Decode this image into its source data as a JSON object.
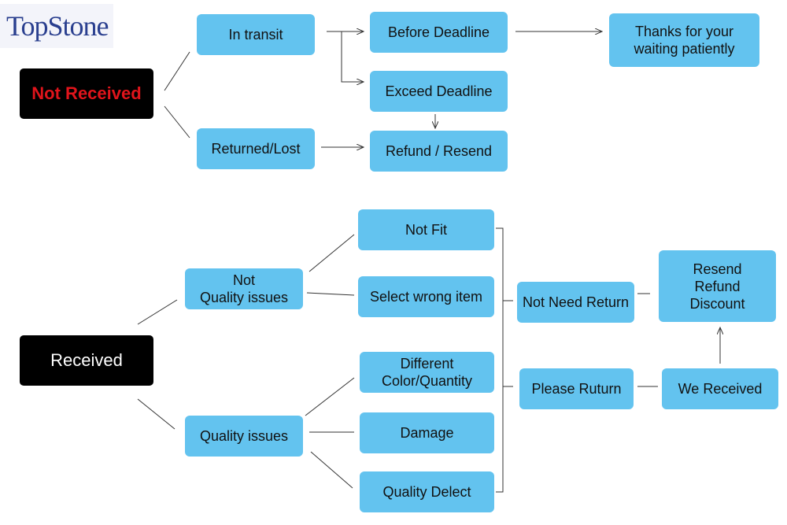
{
  "logo": {
    "text": "TopStone"
  },
  "not_received": {
    "title": "Not Received",
    "in_transit": "In transit",
    "returned_lost": "Returned/Lost",
    "before_deadline": "Before Deadline",
    "exceed_deadline": "Exceed Deadline",
    "refund_resend": "Refund / Resend",
    "thanks": "Thanks for your\nwaiting patiently"
  },
  "received": {
    "title": "Received",
    "not_quality": "Not\nQuality issues",
    "quality": "Quality issues",
    "not_fit": "Not Fit",
    "select_wrong": "Select wrong item",
    "different": "Different\nColor/Quantity",
    "damage": "Damage",
    "quality_defect": "Quality Delect",
    "not_need_return": "Not Need Return",
    "please_return": "Please Ruturn",
    "we_received": "We Received",
    "resend_refund": "Resend\nRefund\nDiscount"
  },
  "colors": {
    "box": "#63c3ef",
    "dark": "#000000",
    "alert_text": "#e0141b"
  }
}
